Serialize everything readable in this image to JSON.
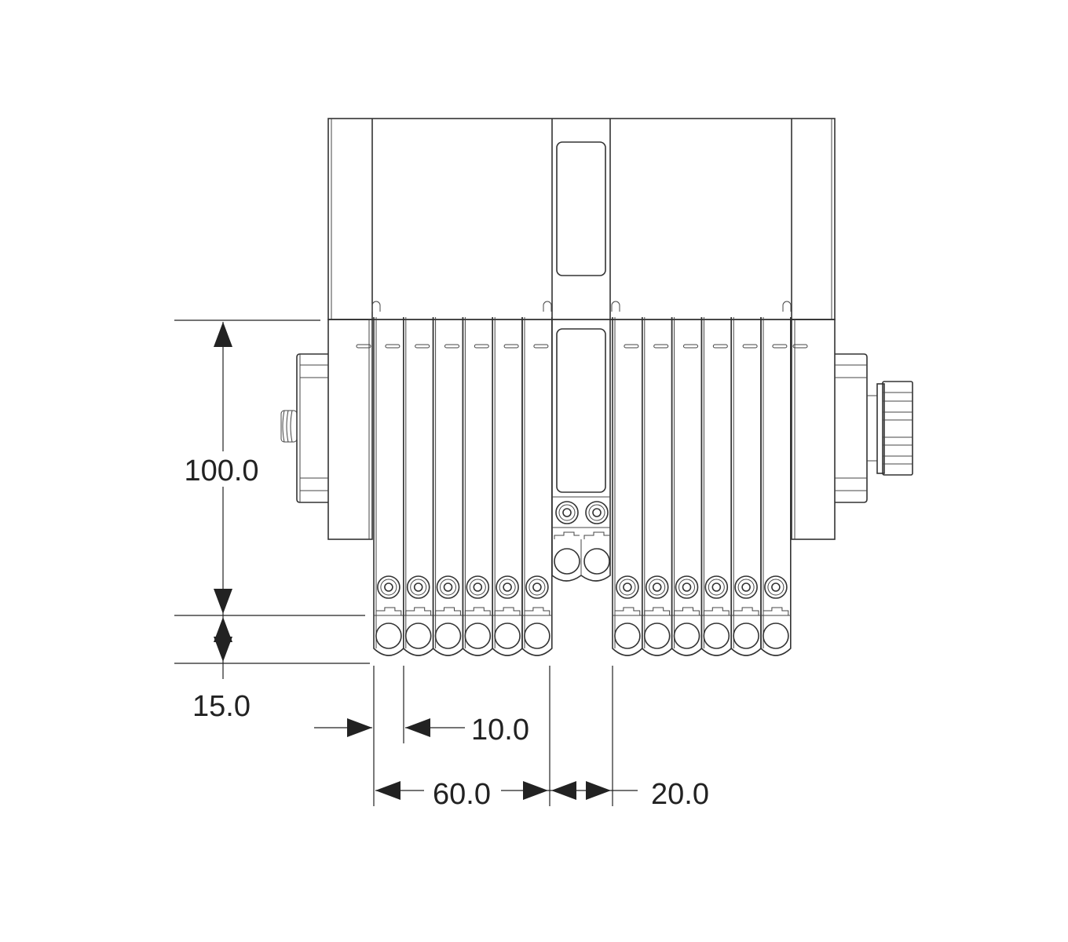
{
  "drawing": {
    "left_module_count": 6,
    "right_module_count": 6,
    "center_module_count": 2,
    "line_color": "#333333"
  },
  "dimensions": {
    "height_body": "100.0",
    "height_terminal": "15.0",
    "module_pitch": "10.0",
    "group_width": "60.0",
    "center_width": "20.0"
  }
}
